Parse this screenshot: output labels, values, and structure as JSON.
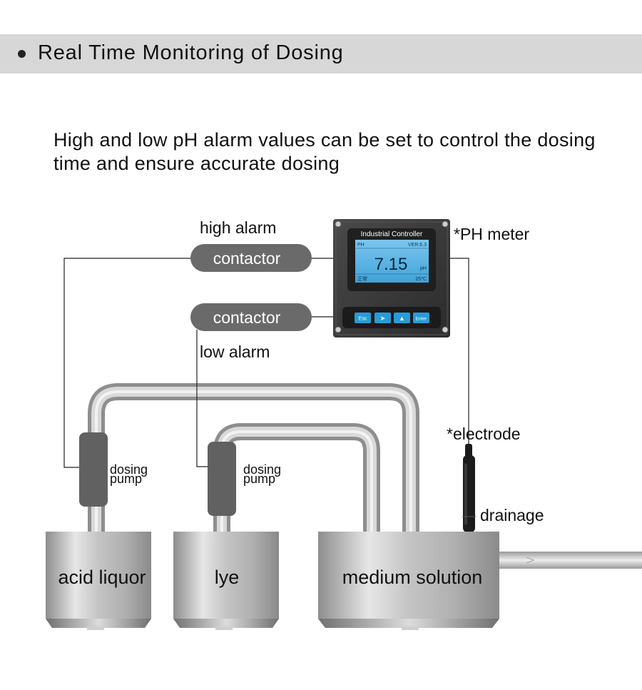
{
  "header": {
    "title": "Real Time Monitoring of Dosing"
  },
  "description": "High and low pH alarm values can be set to control the dosing time and ensure accurate dosing",
  "diagram": {
    "high_alarm_label": "high alarm",
    "low_alarm_label": "low alarm",
    "contactor_top": "contactor",
    "contactor_bottom": "contactor",
    "ph_meter_label": "*PH meter",
    "electrode_label": "*electrode",
    "drainage_label": "drainage",
    "pump_left": {
      "line1": "dosing",
      "line2": "pump"
    },
    "pump_right": {
      "line1": "dosing",
      "line2": "pump"
    },
    "tanks": {
      "acid": "acid liquor",
      "lye": "lye",
      "medium": "medium solution"
    },
    "controller": {
      "title": "Industrial Controller",
      "mode": "PH",
      "version": "VER:6.3",
      "reading": "7.15",
      "unit": "pH",
      "status": "正常",
      "temperature": "25℃",
      "buttons": {
        "esc": "Esc",
        "right": "➤",
        "up": "▲",
        "enter": "Enter"
      }
    }
  },
  "colors": {
    "header_bg": "#d7d7d7",
    "contactor": "#6a6a6a",
    "pump": "#616161",
    "lcd": "#3fa3d9",
    "button": "#2a9ad8"
  }
}
